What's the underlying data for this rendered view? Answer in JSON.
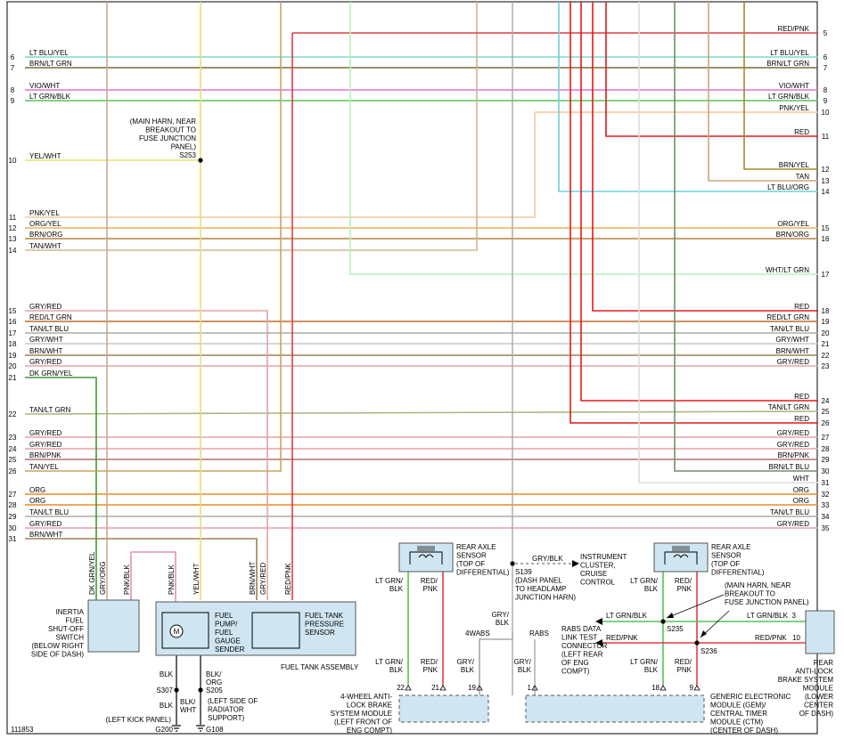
{
  "colors": {
    "LT BLU/YEL": "#7fd8c8",
    "BRN/LT GRN": "#7a6a3a",
    "VIO/WHT": "#e070d8",
    "LT GRN/BLK": "#55c455",
    "YEL/WHT": "#e8e070",
    "PNK/YEL": "#f4c79a",
    "ORG/YEL": "#f0b25a",
    "BRN/ORG": "#b8823a",
    "TAN/WHT": "#cdb596",
    "GRY/RED": "#e3a3a8",
    "RED/LT GRN": "#c46a2a",
    "TAN/LT BLU": "#a5b2a2",
    "GRY/WHT": "#c6c6c6",
    "BRN/WHT": "#9a8055",
    "DK GRN/YEL": "#3f9a3a",
    "TAN/LT GRN": "#a9b883",
    "BRN/PNK": "#a97570",
    "TAN/YEL": "#c9a460",
    "ORG": "#f08a1e",
    "RED/PNK": "#e03c45",
    "RED": "#e21818",
    "BRN/YEL": "#a18b2a",
    "TAN": "#c7a77f",
    "LT BLU/ORG": "#6fd0d8",
    "WHT/LT GRN": "#b8f0b8",
    "BRN/LT BLU": "#6f8f6a",
    "WHT": "#dddddd",
    "GRY/BLK": "#a8a8a8",
    "GRY/ORG": "#c8a890",
    "PNK/BLK": "#e890b0",
    "BLK": "#000000"
  },
  "left_wires": [
    {
      "n": "6",
      "label": "LT BLU/YEL"
    },
    {
      "n": "7",
      "label": "BRN/LT GRN"
    },
    {
      "n": "8",
      "label": "VIO/WHT"
    },
    {
      "n": "9",
      "label": "LT GRN/BLK"
    },
    {
      "n": "10",
      "label": "YEL/WHT"
    },
    {
      "n": "11",
      "label": "PNK/YEL"
    },
    {
      "n": "12",
      "label": "ORG/YEL"
    },
    {
      "n": "13",
      "label": "BRN/ORG"
    },
    {
      "n": "14",
      "label": "TAN/WHT"
    },
    {
      "n": "15",
      "label": "GRY/RED"
    },
    {
      "n": "16",
      "label": "RED/LT GRN"
    },
    {
      "n": "17",
      "label": "TAN/LT BLU"
    },
    {
      "n": "18",
      "label": "GRY/WHT"
    },
    {
      "n": "19",
      "label": "BRN/WHT"
    },
    {
      "n": "20",
      "label": "GRY/RED"
    },
    {
      "n": "21",
      "label": "DK GRN/YEL"
    },
    {
      "n": "22",
      "label": "TAN/LT GRN"
    },
    {
      "n": "23",
      "label": "GRY/RED"
    },
    {
      "n": "24",
      "label": "GRY/RED"
    },
    {
      "n": "25",
      "label": "BRN/PNK"
    },
    {
      "n": "26",
      "label": "TAN/YEL"
    },
    {
      "n": "27",
      "label": "ORG"
    },
    {
      "n": "28",
      "label": "ORG"
    },
    {
      "n": "29",
      "label": "TAN/LT BLU"
    },
    {
      "n": "30",
      "label": "GRY/RED"
    },
    {
      "n": "31",
      "label": "BRN/WHT"
    }
  ],
  "right_wires": [
    {
      "n": "5",
      "label": "RED/PNK"
    },
    {
      "n": "6",
      "label": "LT BLU/YEL"
    },
    {
      "n": "7",
      "label": "BRN/LT GRN"
    },
    {
      "n": "8",
      "label": "VIO/WHT"
    },
    {
      "n": "9",
      "label": "LT GRN/BLK"
    },
    {
      "n": "10",
      "label": "PNK/YEL"
    },
    {
      "n": "11",
      "label": "RED"
    },
    {
      "n": "12",
      "label": "BRN/YEL"
    },
    {
      "n": "13",
      "label": "TAN"
    },
    {
      "n": "14",
      "label": "LT BLU/ORG"
    },
    {
      "n": "15",
      "label": "ORG/YEL"
    },
    {
      "n": "16",
      "label": "BRN/ORG"
    },
    {
      "n": "17",
      "label": "WHT/LT GRN"
    },
    {
      "n": "18",
      "label": "RED"
    },
    {
      "n": "19",
      "label": "RED/LT GRN"
    },
    {
      "n": "20",
      "label": "TAN/LT BLU"
    },
    {
      "n": "21",
      "label": "GRY/WHT"
    },
    {
      "n": "22",
      "label": "BRN/WHT"
    },
    {
      "n": "23",
      "label": "GRY/RED"
    },
    {
      "n": "24",
      "label": "RED"
    },
    {
      "n": "25",
      "label": "TAN/LT GRN"
    },
    {
      "n": "26",
      "label": "RED"
    },
    {
      "n": "27",
      "label": "GRY/RED"
    },
    {
      "n": "28",
      "label": "GRY/RED"
    },
    {
      "n": "29",
      "label": "BRN/PNK"
    },
    {
      "n": "30",
      "label": "BRN/LT BLU"
    },
    {
      "n": "31",
      "label": "WHT"
    },
    {
      "n": "32",
      "label": "ORG"
    },
    {
      "n": "33",
      "label": "ORG"
    },
    {
      "n": "34",
      "label": "TAN/LT BLU"
    },
    {
      "n": "35",
      "label": "GRY/RED"
    }
  ],
  "splice_s253": "(MAIN HARN, NEAR BREAKOUT TO FUSE JUNCTION PANEL) S253",
  "splice_s253_lines": [
    "(MAIN HARN, NEAR",
    "BREAKOUT TO",
    "FUSE JUNCTION",
    "PANEL)",
    "S253"
  ],
  "inertia_switch": {
    "wire_labels": [
      "DK GRN/YEL",
      "GRY/ORG",
      "PNK/BLK"
    ],
    "name_lines": [
      "INERTIA",
      "FUEL",
      "SHUT-OFF",
      "SWITCH",
      "(BELOW RIGHT",
      "SIDE OF DASH)"
    ]
  },
  "fuel_tank": {
    "wire_labels_left": [
      "PNK/BLK",
      "YEL/WHT"
    ],
    "wire_labels_right": [
      "BRN/WHT",
      "GRY/RED",
      "RED/PNK"
    ],
    "motor": "M",
    "pump_lines": [
      "FUEL",
      "PUMP/",
      "FUEL",
      "GAUGE",
      "SENDER"
    ],
    "sensor_lines": [
      "FUEL TANK",
      "PRESSURE",
      "SENSOR"
    ],
    "assembly": "FUEL TANK ASSEMBLY",
    "blk": "BLK",
    "blk_org": [
      "BLK/",
      "ORG"
    ]
  },
  "grounds": {
    "s307": "S307",
    "s205": "S205",
    "blk1": "BLK",
    "blk_wht": [
      "BLK/",
      "WHT"
    ],
    "radiator": [
      "(LEFT SIDE OF",
      "RADIATOR",
      "SUPPORT)"
    ],
    "kick": "(LEFT KICK PANEL)",
    "g200": "G200",
    "g108": "G108"
  },
  "rear_axle_left": {
    "lines": [
      "REAR AXLE",
      "SENSOR",
      "(TOP OF",
      "DIFFERENTIAL)"
    ],
    "wire1": [
      "LT GRN/",
      "BLK"
    ],
    "wire2": [
      "RED/",
      "PNK"
    ]
  },
  "rear_axle_right": {
    "lines": [
      "REAR AXLE",
      "SENSOR",
      "(TOP OF",
      "DIFFERENTIAL)"
    ],
    "wire1": [
      "LT GRN/",
      "BLK"
    ],
    "wire2": [
      "RED/",
      "PNK"
    ]
  },
  "instrument": {
    "wire": "GRY/BLK",
    "lines": [
      "INSTRUMENT",
      "CLUSTER,",
      "CRUISE",
      "CONTROL"
    ],
    "s139_lines": [
      "S139",
      "(DASH PANEL",
      "TO HEADLAMP",
      "JUNCTION HARN)"
    ]
  },
  "center_labels": {
    "gry_blk": [
      "GRY/",
      "BLK"
    ],
    "abs4": "4WABS",
    "rabs": "RABS"
  },
  "main_harn_note": [
    "(MAIN HARN, NEAR",
    "BREAKOUT TO",
    "FUSE JUNCTION PANEL)"
  ],
  "rabs_connector": [
    "RABS DATA",
    "LINK TEST",
    "CONNECTOR",
    "(LEFT REAR",
    "OF ENG",
    "COMPT)"
  ],
  "s235": "S235",
  "s236": "S236",
  "rabs_wires": {
    "w1": "LT GRN/BLK",
    "w2": "RED/PNK",
    "w1b": "LT GRN/BLK",
    "w2b": "RED/PNK",
    "pin3": "3",
    "pin10": "10"
  },
  "rear_abs_module": [
    "REAR",
    "ANTI-LOCK",
    "BRAKE SYSTEM",
    "MODULE",
    "(LOWER",
    "CENTER",
    "OF DASH)"
  ],
  "fwabs_module": {
    "lines": [
      "4-WHEEL ANTI-",
      "LOCK BRAKE",
      "SYSTEM MODULE",
      "(LEFT FRONT OF",
      "ENG COMPT)"
    ],
    "wires": [
      [
        "LT GRN/",
        "BLK"
      ],
      [
        "RED/",
        "PNK"
      ],
      [
        "GRY/",
        "BLK"
      ]
    ],
    "pins": [
      "22",
      "21",
      "19"
    ]
  },
  "gem_module": {
    "lines": [
      "GENERIC ELECTRONIC",
      "MODULE (GEM)/",
      "CENTRAL TIMER",
      "MODULE (CTM)",
      "(CENTER OF DASH)"
    ],
    "wires": [
      [
        "GRY/",
        "BLK"
      ],
      [
        "LT GRN/",
        "BLK"
      ],
      [
        "RED/",
        "PNK"
      ]
    ],
    "pins": [
      "1",
      "18",
      "9"
    ]
  },
  "figure_id": "111853"
}
